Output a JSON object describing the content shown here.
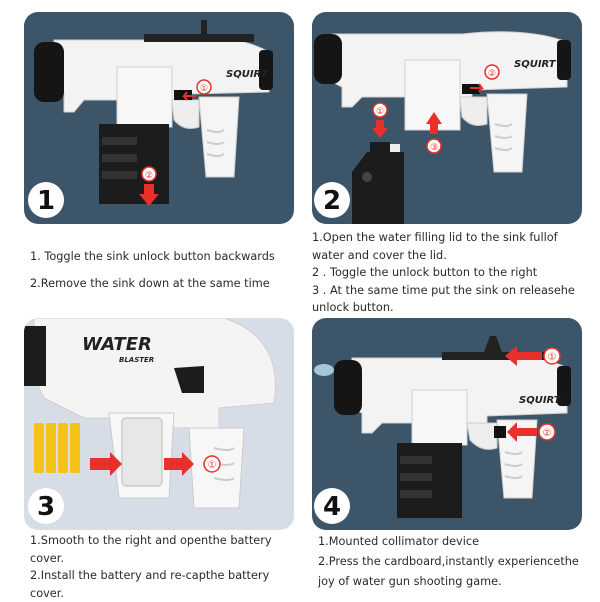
{
  "panels": [
    {
      "number": "1",
      "markers": [
        "①",
        "②"
      ],
      "gun_logo": "SQUIRT",
      "captions": [
        "1. Toggle the sink unlock button backwards",
        "2.Remove the sink down at the same time"
      ]
    },
    {
      "number": "2",
      "markers": [
        "②",
        "①",
        "③"
      ],
      "gun_logo": "SQUIRT",
      "captions": [
        "1.Open the water filling lid to the sink fullof water and cover the lid.",
        "2 . Toggle the unlock button to the right",
        "3 . At the same time put the sink on releasehe unlock button."
      ]
    },
    {
      "number": "3",
      "markers": [
        "①"
      ],
      "gun_logo": "WATER",
      "gun_logo_sub": "BLASTER",
      "captions": [
        "1.Smooth to the right and openthe battery cover.",
        "2.Install the battery and re-capthe battery cover."
      ]
    },
    {
      "number": "4",
      "markers": [
        "①",
        "②"
      ],
      "gun_logo": "SQUIRT",
      "captions": [
        "1.Mounted collimator device",
        "2.Press the cardboard,instantly experiencethe joy of water gun shooting game."
      ]
    }
  ],
  "colors": {
    "panel_bg": "#3d5568",
    "panel3_bg": "#d6dde6",
    "arrow_red": "#e8312a",
    "gun_white": "#f4f4f4",
    "gun_black": "#1c1c1c"
  }
}
